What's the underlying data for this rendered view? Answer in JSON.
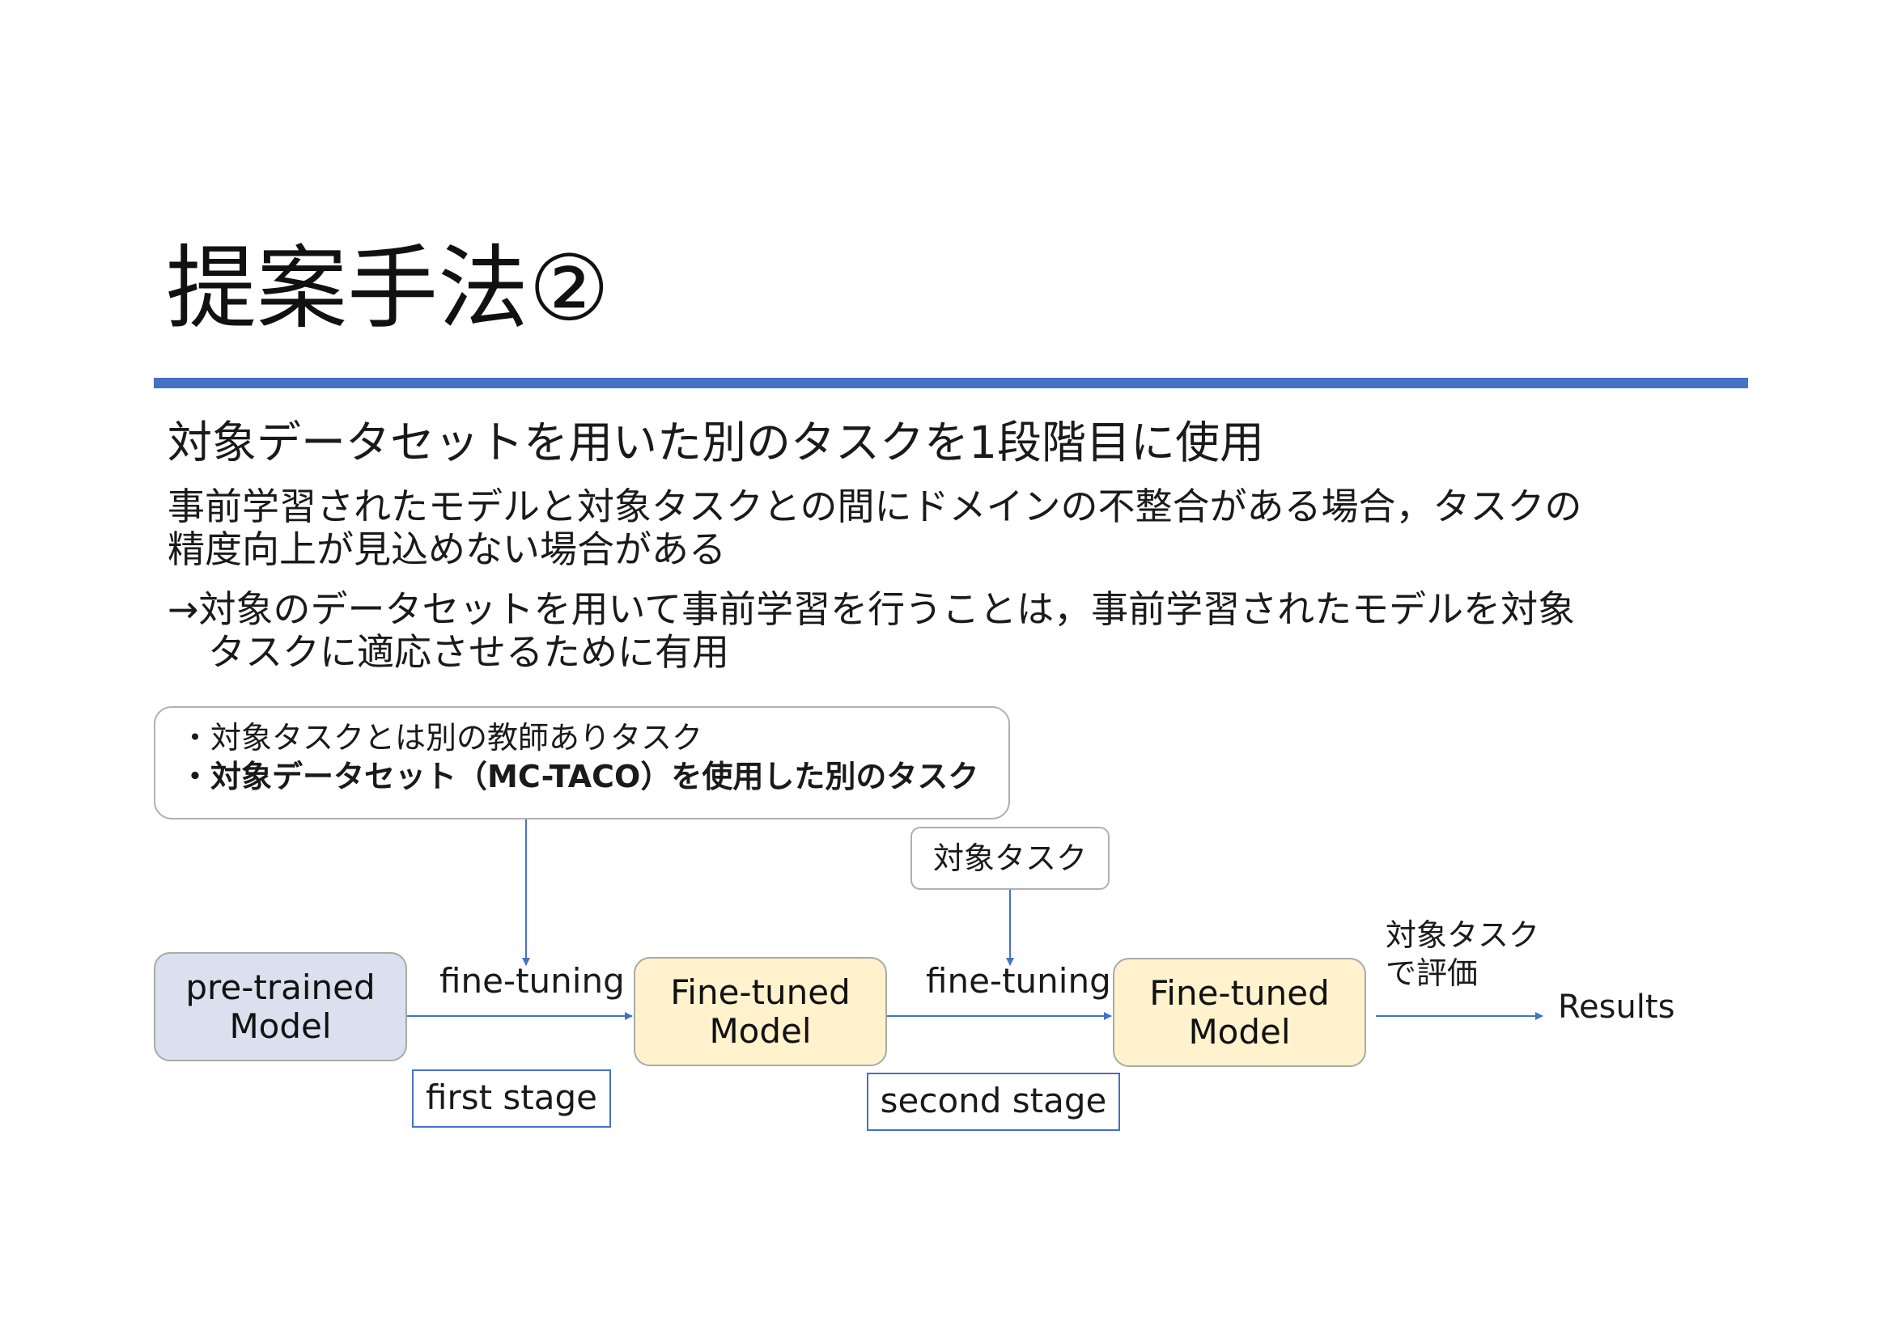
{
  "slide": {
    "title": "提案手法②",
    "lead": "対象データセットを用いた別のタスクを1段階目に使用",
    "paragraph1": [
      "事前学習されたモデルと対象タスクとの間にドメインの不整合がある場合，タスクの",
      "精度向上が見込めない場合がある"
    ],
    "paragraph2": [
      "→対象のデータセットを用いて事前学習を行うことは，事前学習されたモデルを対象",
      "タスクに適応させるために有用"
    ]
  },
  "diagram": {
    "note_box": {
      "line1": "・対象タスクとは別の教師ありタスク",
      "line2": "・対象データセット（MC-TACO）を使用した別のタスク"
    },
    "target_task_box": "対象タスク",
    "pretrained_model": [
      "pre-trained",
      "Model"
    ],
    "finetuned_model_1": [
      "Fine-tuned",
      "Model"
    ],
    "finetuned_model_2": [
      "Fine-tuned",
      "Model"
    ],
    "fine_tuning_label_1": "fine-tuning",
    "fine_tuning_label_2": "fine-tuning",
    "first_stage": "first stage",
    "second_stage": "second stage",
    "evaluation_label": [
      "対象タスク",
      "で評価"
    ],
    "results": "Results"
  },
  "colors": {
    "accent_blue": "#4472c4",
    "pretrained_fill": "#dae0ee",
    "finetuned_fill": "#fff2cc",
    "box_border": "#b0b0b0"
  }
}
